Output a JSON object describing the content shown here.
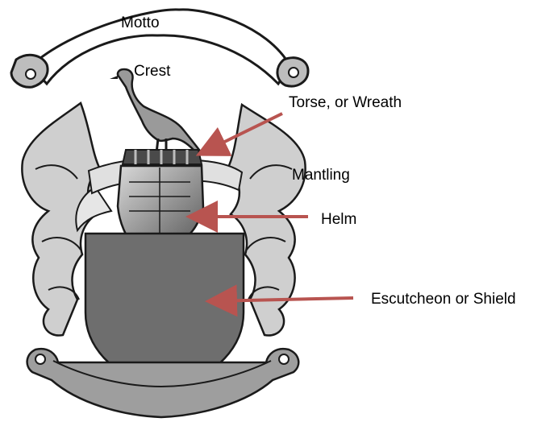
{
  "labels": {
    "motto": "Motto",
    "crest": "Crest",
    "torse": "Torse, or Wreath",
    "mantling": "Mantling",
    "helm": "Helm",
    "escutcheon": "Escutcheon or Shield"
  },
  "colors": {
    "arrow": "#b85450",
    "shield": "#6e6e6e",
    "scroll_bottom": "#9e9e9e",
    "mantling_fill": "#cfcfcf",
    "outline": "#1a1a1a"
  }
}
